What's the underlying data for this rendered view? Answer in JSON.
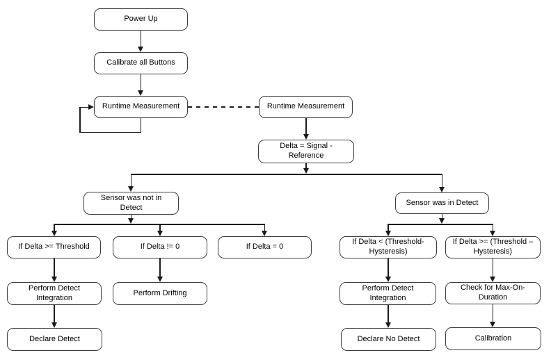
{
  "colors": {
    "background": "#ffffff",
    "box_border": "#3d3d3d",
    "line": "#1a1a1a",
    "text": "#000000"
  },
  "nodes": {
    "power_up": {
      "label": "Power Up"
    },
    "calibrate_all_buttons": {
      "label": "Calibrate all Buttons"
    },
    "runtime_measurement_left": {
      "label": "Runtime Measurement"
    },
    "runtime_measurement_right": {
      "label": "Runtime Measurement"
    },
    "delta_equals": {
      "label": "Delta = Signal - Reference"
    },
    "sensor_was_not_in_detect": {
      "label": "Sensor was not in Detect"
    },
    "sensor_was_in_detect": {
      "label": "Sensor was in Detect"
    },
    "if_delta_ge_threshold": {
      "label": "If Delta >= Threshold"
    },
    "if_delta_ne_zero": {
      "label": "If Delta != 0"
    },
    "if_delta_eq_zero": {
      "label": "If Delta = 0"
    },
    "if_delta_lt_threshold_hysteresis": {
      "label": "If Delta < (Threshold-Hysteresis)"
    },
    "if_delta_ge_threshold_hysteresis": {
      "label": "If Delta >= (Threshold – Hysteresis)"
    },
    "perform_detect_integration_left": {
      "label": "Perform Detect Integration"
    },
    "perform_drifting": {
      "label": "Perform Drifting"
    },
    "perform_detect_integration_right": {
      "label": "Perform Detect Integration"
    },
    "check_for_max_on_duration": {
      "label": "Check for Max-On-Duration"
    },
    "declare_detect": {
      "label": "Declare Detect"
    },
    "declare_no_detect": {
      "label": "Declare No Detect"
    },
    "calibration": {
      "label": "Calibration"
    }
  },
  "edges": [
    {
      "from": "power_up",
      "to": "calibrate_all_buttons",
      "style": "solid-arrow"
    },
    {
      "from": "calibrate_all_buttons",
      "to": "runtime_measurement_left",
      "style": "solid-arrow"
    },
    {
      "from": "runtime_measurement_left",
      "to": "runtime_measurement_left",
      "style": "solid-arrow-self-loop"
    },
    {
      "from": "runtime_measurement_left",
      "to": "runtime_measurement_right",
      "style": "dashed-line"
    },
    {
      "from": "runtime_measurement_right",
      "to": "delta_equals",
      "style": "solid-arrow"
    },
    {
      "from": "delta_equals",
      "to": "sensor_was_not_in_detect",
      "style": "solid-arrow"
    },
    {
      "from": "delta_equals",
      "to": "sensor_was_in_detect",
      "style": "solid-arrow"
    },
    {
      "from": "sensor_was_not_in_detect",
      "to": "if_delta_ge_threshold",
      "style": "solid-arrow"
    },
    {
      "from": "sensor_was_not_in_detect",
      "to": "if_delta_ne_zero",
      "style": "solid-arrow"
    },
    {
      "from": "sensor_was_not_in_detect",
      "to": "if_delta_eq_zero",
      "style": "solid-arrow"
    },
    {
      "from": "sensor_was_in_detect",
      "to": "if_delta_lt_threshold_hysteresis",
      "style": "solid-arrow"
    },
    {
      "from": "sensor_was_in_detect",
      "to": "if_delta_ge_threshold_hysteresis",
      "style": "solid-arrow"
    },
    {
      "from": "if_delta_ge_threshold",
      "to": "perform_detect_integration_left",
      "style": "solid-arrow"
    },
    {
      "from": "if_delta_ne_zero",
      "to": "perform_drifting",
      "style": "solid-arrow"
    },
    {
      "from": "if_delta_lt_threshold_hysteresis",
      "to": "perform_detect_integration_right",
      "style": "solid-arrow"
    },
    {
      "from": "if_delta_ge_threshold_hysteresis",
      "to": "check_for_max_on_duration",
      "style": "solid-arrow"
    },
    {
      "from": "perform_detect_integration_left",
      "to": "declare_detect",
      "style": "solid-arrow"
    },
    {
      "from": "perform_detect_integration_right",
      "to": "declare_no_detect",
      "style": "solid-arrow"
    },
    {
      "from": "check_for_max_on_duration",
      "to": "calibration",
      "style": "solid-arrow"
    }
  ]
}
